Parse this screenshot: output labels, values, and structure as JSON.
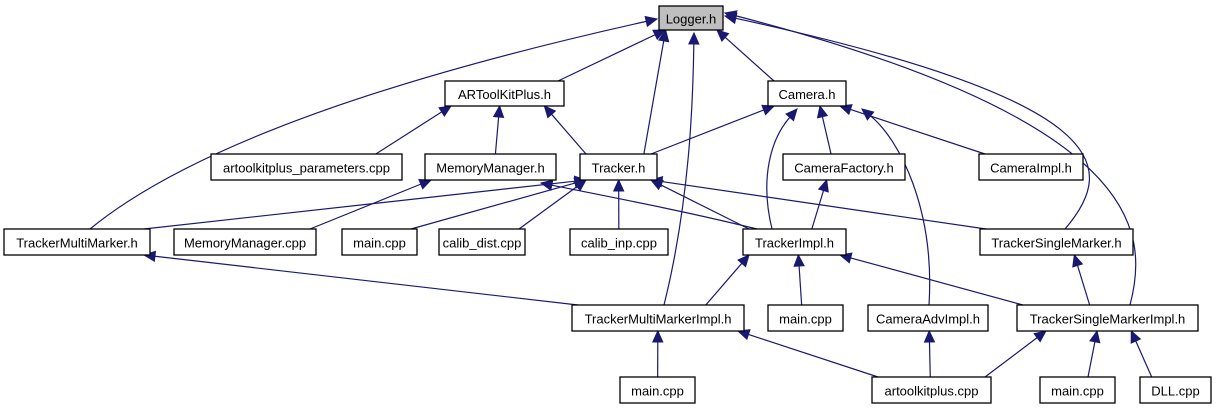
{
  "diagram": {
    "type": "include-dependency-graph",
    "root": "Logger.h",
    "colors": {
      "edge": "#191970",
      "node_border": "#000000",
      "node_fill": "#ffffff",
      "root_fill": "#bfbfbf"
    },
    "nodes": [
      {
        "id": "logger",
        "label": "Logger.h",
        "highlight": true
      },
      {
        "id": "artoolkitplus",
        "label": "ARToolKitPlus.h"
      },
      {
        "id": "camera",
        "label": "Camera.h"
      },
      {
        "id": "artoolkitplus_parameters",
        "label": "artoolkitplus_parameters.cpp"
      },
      {
        "id": "memorymanager",
        "label": "MemoryManager.h"
      },
      {
        "id": "tracker",
        "label": "Tracker.h"
      },
      {
        "id": "camerafactory",
        "label": "CameraFactory.h"
      },
      {
        "id": "cameraimpl",
        "label": "CameraImpl.h"
      },
      {
        "id": "trackermultimarker",
        "label": "TrackerMultiMarker.h"
      },
      {
        "id": "memorymanager_cpp",
        "label": "MemoryManager.cpp"
      },
      {
        "id": "main1",
        "label": "main.cpp"
      },
      {
        "id": "calib_dist",
        "label": "calib_dist.cpp"
      },
      {
        "id": "calib_inp",
        "label": "calib_inp.cpp"
      },
      {
        "id": "trackerimpl",
        "label": "TrackerImpl.h"
      },
      {
        "id": "trackersinglemarker",
        "label": "TrackerSingleMarker.h"
      },
      {
        "id": "trackermultimarkerimpl",
        "label": "TrackerMultiMarkerImpl.h"
      },
      {
        "id": "main2",
        "label": "main.cpp"
      },
      {
        "id": "cameraadvimpl",
        "label": "CameraAdvImpl.h"
      },
      {
        "id": "trackersinglemarkerimpl",
        "label": "TrackerSingleMarkerImpl.h"
      },
      {
        "id": "main3",
        "label": "main.cpp"
      },
      {
        "id": "artoolkitplus_cpp",
        "label": "artoolkitplus.cpp"
      },
      {
        "id": "main4",
        "label": "main.cpp"
      },
      {
        "id": "dll",
        "label": "DLL.cpp"
      }
    ],
    "edges": [
      {
        "from": "artoolkitplus",
        "to": "logger"
      },
      {
        "from": "camera",
        "to": "logger"
      },
      {
        "from": "tracker",
        "to": "logger"
      },
      {
        "from": "trackermultimarker",
        "to": "logger"
      },
      {
        "from": "trackermultimarkerimpl",
        "to": "logger"
      },
      {
        "from": "trackersinglemarker",
        "to": "logger"
      },
      {
        "from": "trackersinglemarkerimpl",
        "to": "logger"
      },
      {
        "from": "artoolkitplus_parameters",
        "to": "artoolkitplus"
      },
      {
        "from": "memorymanager",
        "to": "artoolkitplus"
      },
      {
        "from": "tracker",
        "to": "artoolkitplus"
      },
      {
        "from": "tracker",
        "to": "camera"
      },
      {
        "from": "camerafactory",
        "to": "camera"
      },
      {
        "from": "cameraimpl",
        "to": "camera"
      },
      {
        "from": "trackerimpl",
        "to": "camera"
      },
      {
        "from": "cameraadvimpl",
        "to": "camera"
      },
      {
        "from": "memorymanager_cpp",
        "to": "memorymanager"
      },
      {
        "from": "trackerimpl",
        "to": "memorymanager"
      },
      {
        "from": "trackermultimarker",
        "to": "tracker"
      },
      {
        "from": "main1",
        "to": "tracker"
      },
      {
        "from": "calib_dist",
        "to": "tracker"
      },
      {
        "from": "calib_inp",
        "to": "tracker"
      },
      {
        "from": "trackerimpl",
        "to": "tracker"
      },
      {
        "from": "trackersinglemarker",
        "to": "tracker"
      },
      {
        "from": "trackerimpl",
        "to": "camerafactory"
      },
      {
        "from": "trackermultimarkerimpl",
        "to": "trackermultimarker"
      },
      {
        "from": "trackermultimarkerimpl",
        "to": "trackerimpl"
      },
      {
        "from": "main2",
        "to": "trackerimpl"
      },
      {
        "from": "trackersinglemarkerimpl",
        "to": "trackerimpl"
      },
      {
        "from": "trackersinglemarkerimpl",
        "to": "trackersinglemarker"
      },
      {
        "from": "main3",
        "to": "trackermultimarkerimpl"
      },
      {
        "from": "artoolkitplus_cpp",
        "to": "trackermultimarkerimpl"
      },
      {
        "from": "artoolkitplus_cpp",
        "to": "cameraadvimpl"
      },
      {
        "from": "artoolkitplus_cpp",
        "to": "trackersinglemarkerimpl"
      },
      {
        "from": "main4",
        "to": "trackersinglemarkerimpl"
      },
      {
        "from": "dll",
        "to": "trackersinglemarkerimpl"
      }
    ]
  }
}
